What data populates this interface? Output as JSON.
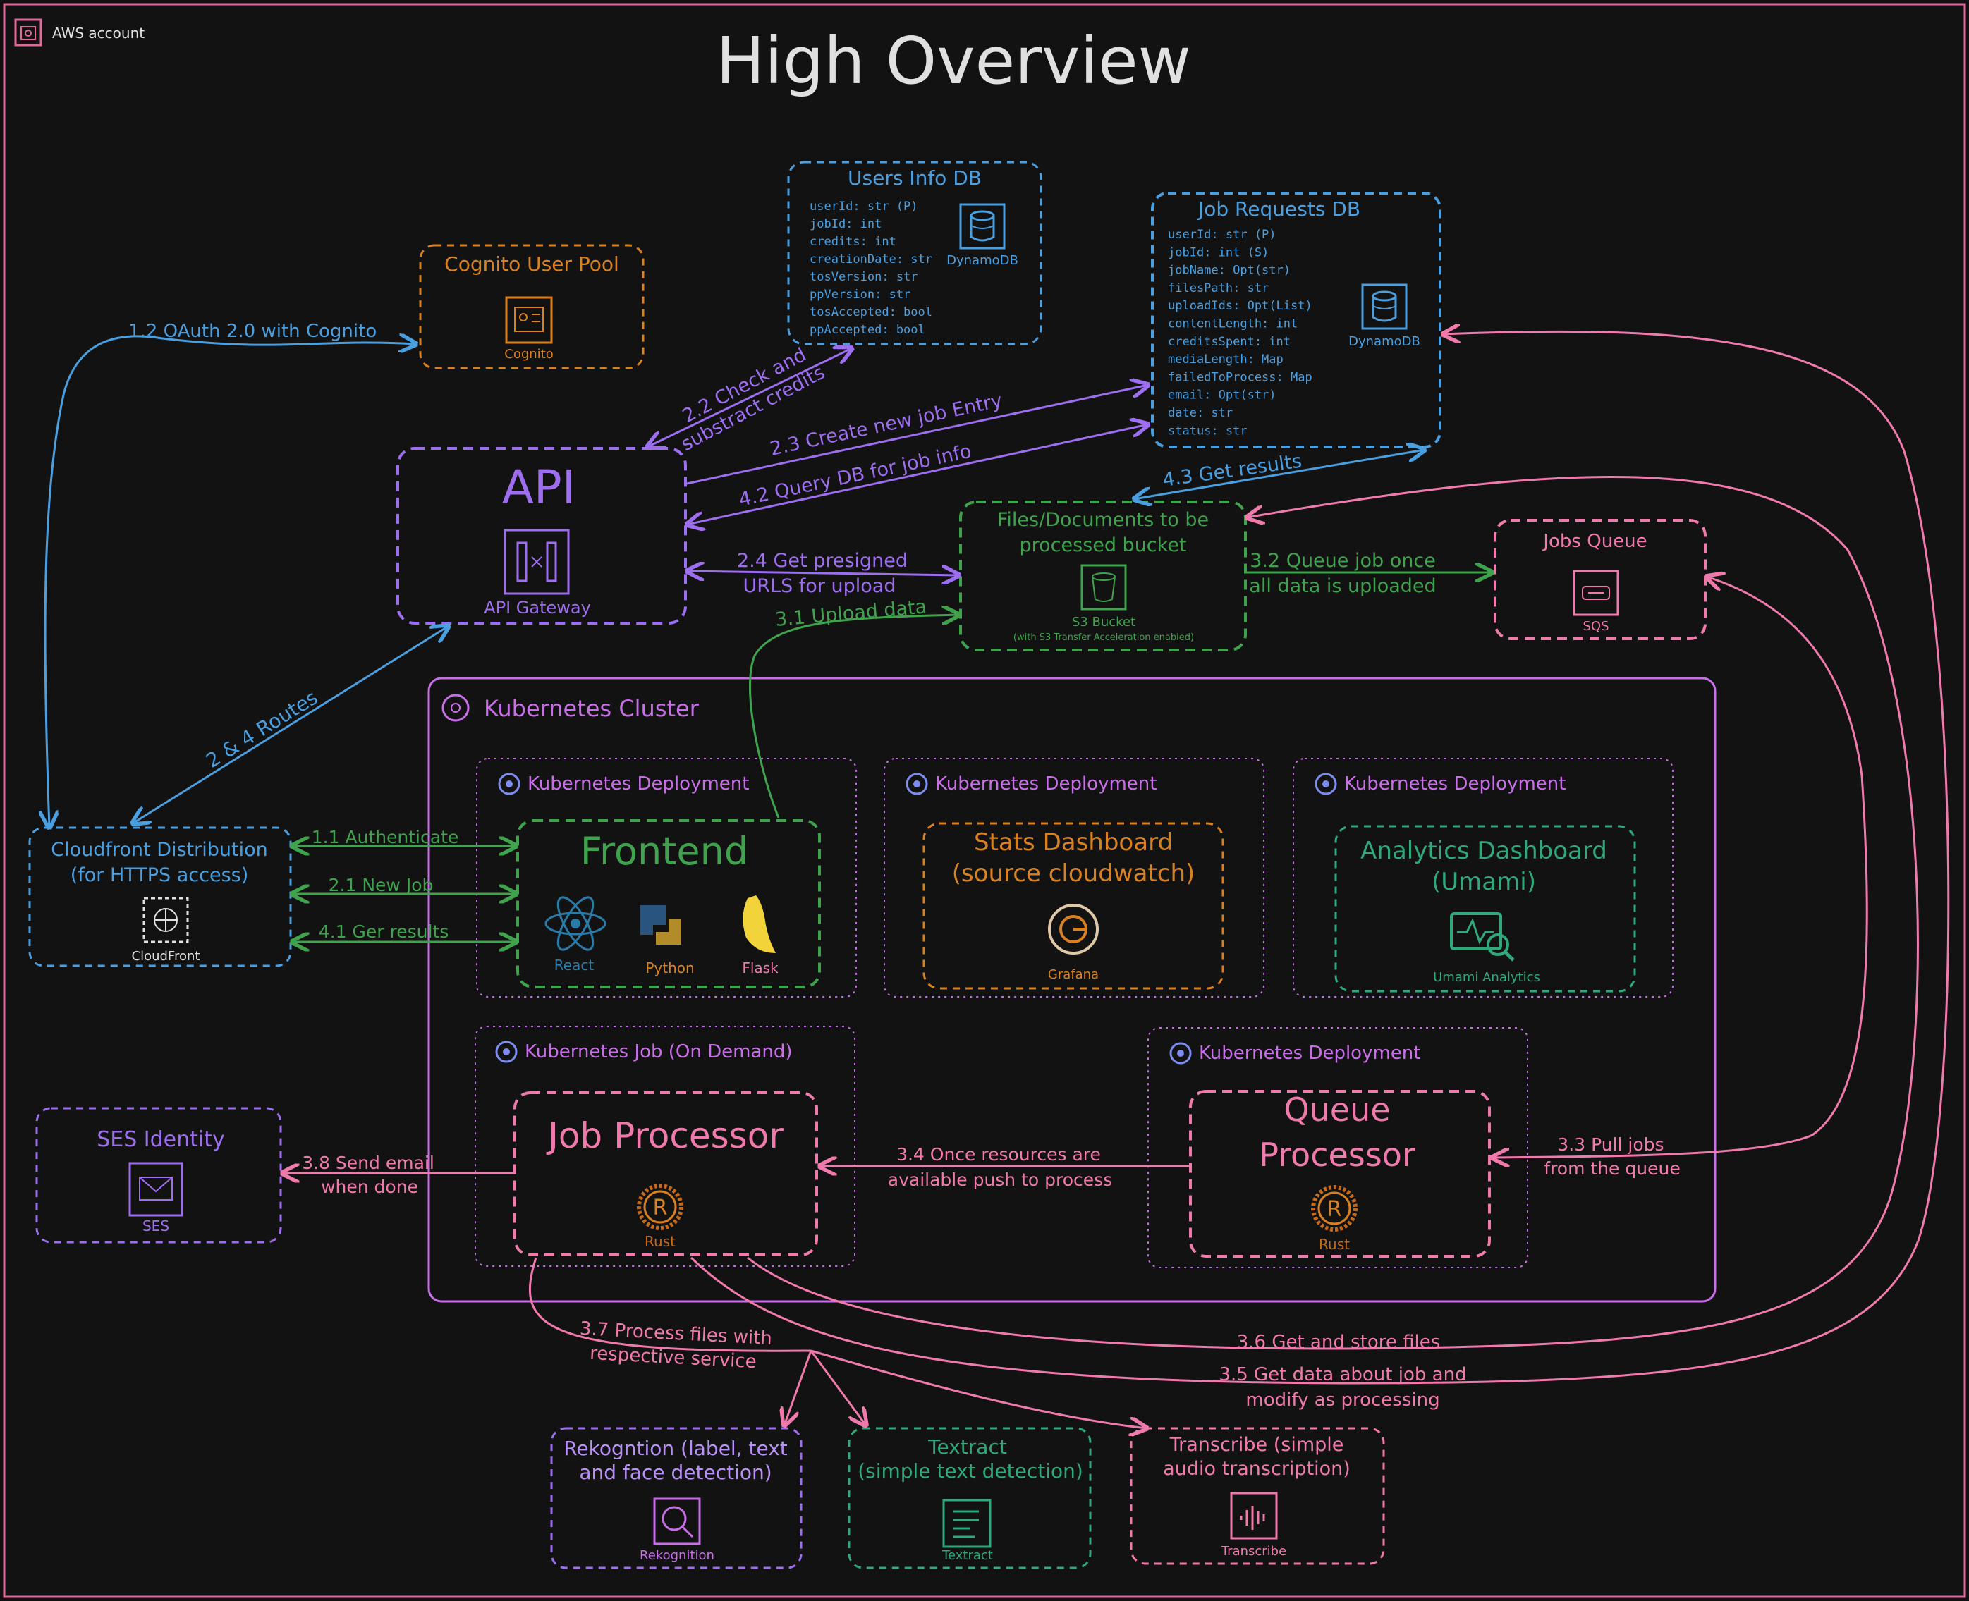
{
  "header": {
    "account_label": "AWS account",
    "title": "High Overview"
  },
  "colors": {
    "background": "#121212",
    "border": "#e06a9a",
    "blue": "#4a9fe0",
    "orange": "#d9811f",
    "purple": "#9d6ef0",
    "green": "#3fa34d",
    "pink": "#f07aac",
    "magenta": "#c86ee8",
    "teal": "#2fa87a",
    "text_light": "#e0e0e0"
  },
  "users_db": {
    "title": "Users Info DB",
    "fields": [
      "userId: str (P)",
      "jobId: int",
      "credits: int",
      "creationDate: str",
      "tosVersion: str",
      "ppVersion: str",
      "tosAccepted: bool",
      "ppAccepted: bool"
    ],
    "icon_label": "DynamoDB"
  },
  "jobs_db": {
    "title": "Job Requests DB",
    "fields": [
      "userId: str (P)",
      "jobId: int (S)",
      "jobName: Opt(str)",
      "filesPath: str",
      "uploadIds: Opt(List)",
      "contentLength: int",
      "creditsSpent: int",
      "mediaLength: Map",
      "failedToProcess: Map",
      "email: Opt(str)",
      "date: str",
      "status: str"
    ],
    "icon_label": "DynamoDB"
  },
  "cognito": {
    "title": "Cognito User Pool",
    "icon_label": "Cognito"
  },
  "api": {
    "title": "API",
    "icon_label": "API Gateway"
  },
  "bucket": {
    "title_line1": "Files/Documents to be",
    "title_line2": "processed bucket",
    "icon_label": "S3 Bucket",
    "note": "(with S3 Transfer Acceleration enabled)"
  },
  "jobs_queue": {
    "title": "Jobs Queue",
    "icon_label": "SQS"
  },
  "cloudfront": {
    "title_line1": "Cloudfront Distribution",
    "title_line2": "(for HTTPS access)",
    "icon_label": "CloudFront"
  },
  "k8s_cluster": {
    "title": "Kubernetes Cluster"
  },
  "deployments": [
    {
      "title": "Kubernetes Deployment"
    },
    {
      "title": "Kubernetes Deployment"
    },
    {
      "title": "Kubernetes Deployment"
    },
    {
      "title": "Kubernetes Job (On Demand)"
    },
    {
      "title": "Kubernetes Deployment"
    }
  ],
  "frontend": {
    "title": "Frontend",
    "techs": [
      "React",
      "Python",
      "Flask"
    ]
  },
  "stats": {
    "title_line1": "Stats Dashboard",
    "title_line2": "(source cloudwatch)",
    "icon_label": "Grafana"
  },
  "analytics": {
    "title_line1": "Analytics Dashboard",
    "title_line2": "(Umami)",
    "icon_label": "Umami Analytics"
  },
  "job_processor": {
    "title": "Job Processor",
    "icon_label": "Rust"
  },
  "queue_processor": {
    "title_line1": "Queue",
    "title_line2": "Processor",
    "icon_label": "Rust"
  },
  "ses": {
    "title": "SES Identity",
    "icon_label": "SES"
  },
  "rekognition": {
    "title_line1": "Rekogntion (label, text",
    "title_line2": "and face detection)",
    "icon_label": "Rekognition"
  },
  "textract": {
    "title_line1": "Textract",
    "title_line2": "(simple text detection)",
    "icon_label": "Textract"
  },
  "transcribe": {
    "title_line1": "Transcribe (simple",
    "title_line2": "audio transcription)",
    "icon_label": "Transcribe"
  },
  "edges": {
    "oauth": "1.2 OAuth 2.0 with Cognito",
    "check_credits_1": "2.2 Check and",
    "check_credits_2": "substract credits",
    "create_job": "2.3 Create new job Entry",
    "query_db": "4.2 Query DB for job info",
    "get_results": "4.3 Get results",
    "presigned_1": "2.4 Get presigned",
    "presigned_2": "URLS for upload",
    "upload": "3.1 Upload data",
    "queue_job_1": "3.2 Queue job once",
    "queue_job_2": "all data is uploaded",
    "routes": "2 & 4 Routes",
    "authenticate": "1.1 Authenticate",
    "new_job": "2.1 New Job",
    "ger_results": "4.1 Ger results",
    "send_email_1": "3.8 Send email",
    "send_email_2": "when done",
    "push_process_1": "3.4 Once resources are",
    "push_process_2": "available push to process",
    "pull_jobs_1": "3.3 Pull jobs",
    "pull_jobs_2": "from the queue",
    "process_files_1": "3.7 Process files with",
    "process_files_2": "respective service",
    "store_files": "3.6 Get and store files",
    "job_data_1": "3.5 Get data about job and",
    "job_data_2": "modify as processing"
  }
}
